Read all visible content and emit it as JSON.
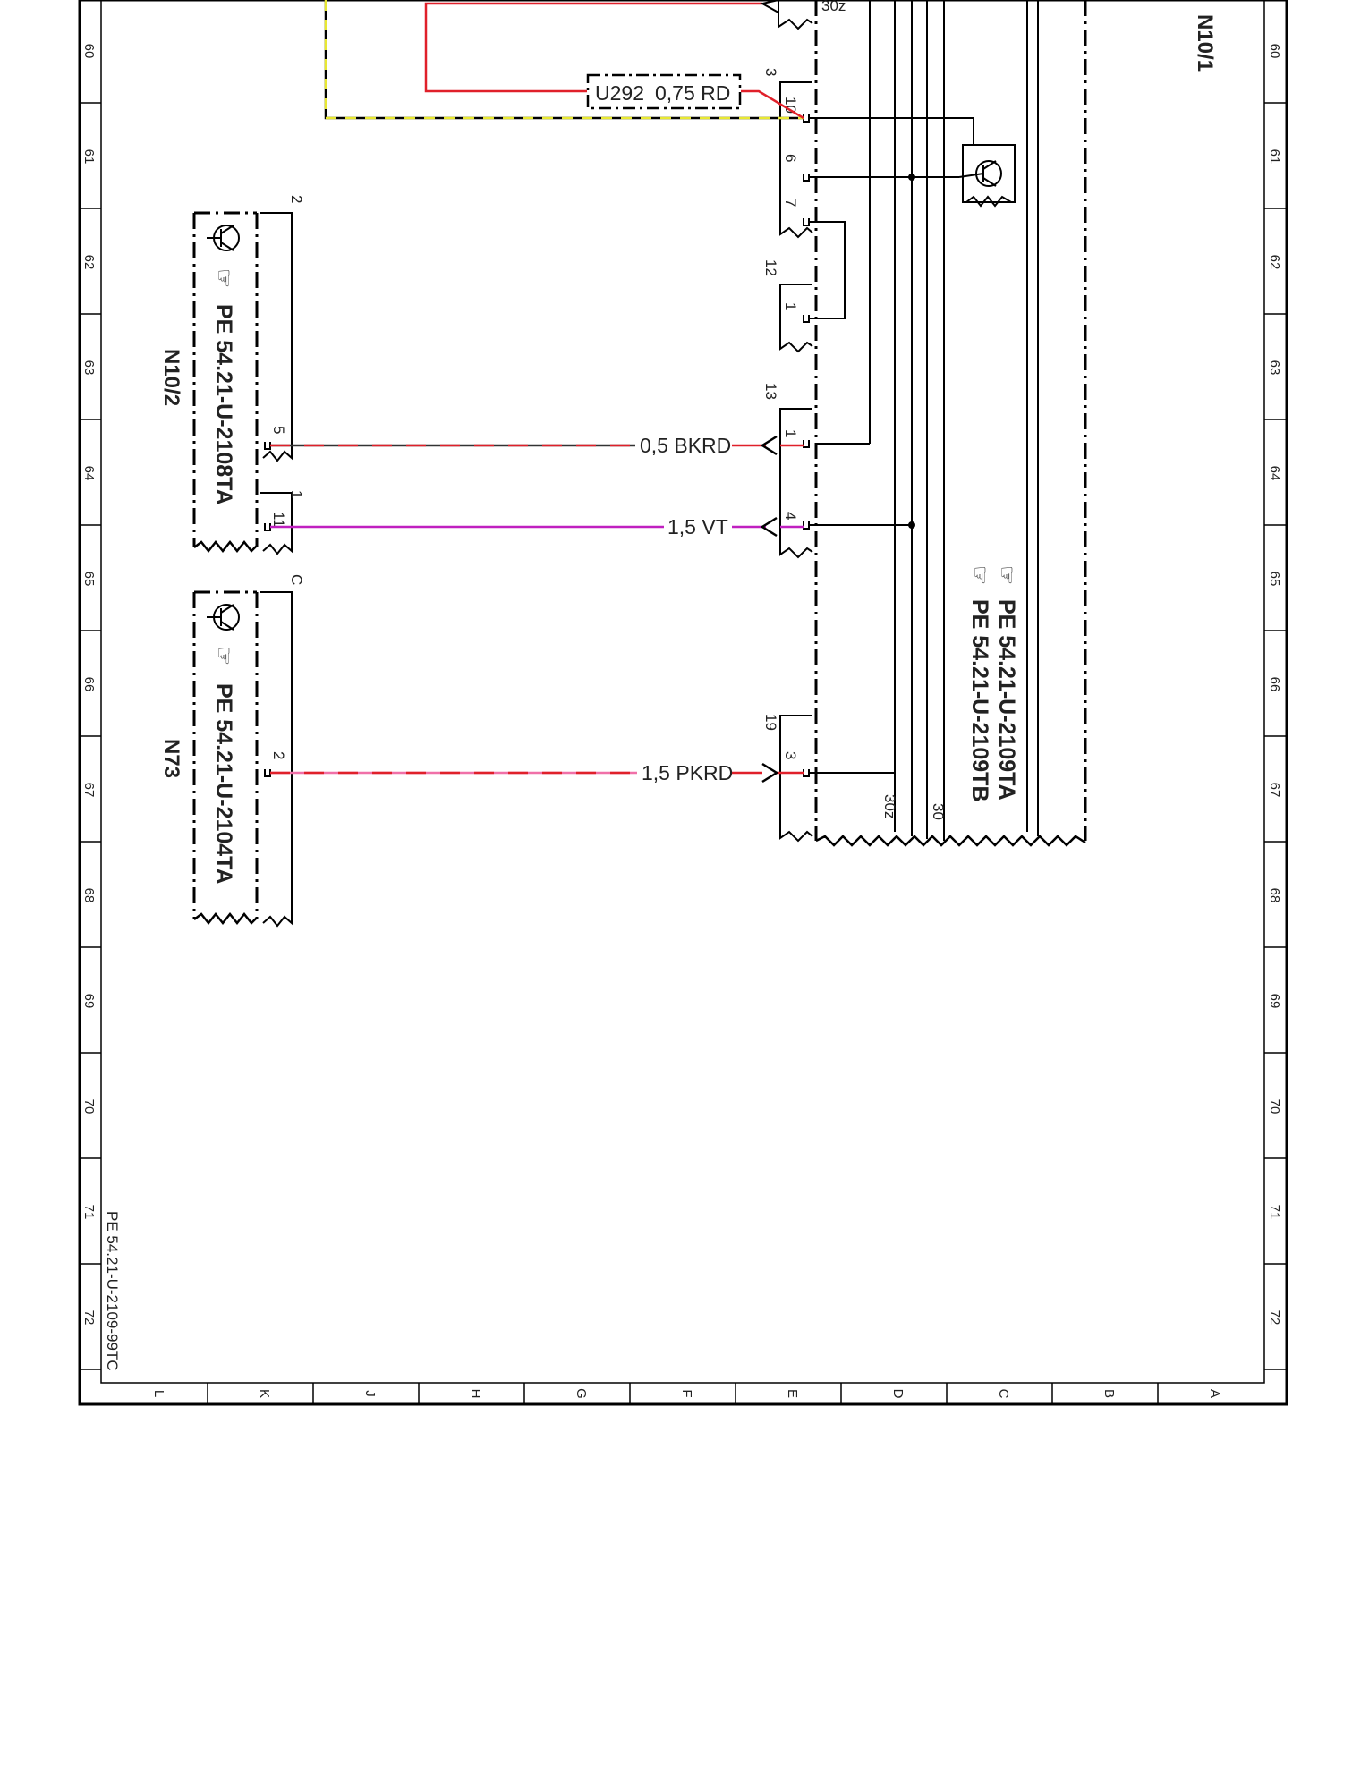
{
  "rows": [
    "60",
    "61",
    "62",
    "63",
    "64",
    "65",
    "66",
    "67",
    "68",
    "69",
    "70",
    "71",
    "72"
  ],
  "columns": [
    "L",
    "K",
    "J",
    "H",
    "G",
    "F",
    "E",
    "D",
    "C",
    "B",
    "A"
  ],
  "modules": {
    "n10_1": {
      "label": "N10/1"
    },
    "n10_2": {
      "label": "N10/2",
      "connector": "2"
    },
    "n73": {
      "label": "N73",
      "connector": "C"
    }
  },
  "references": {
    "n10_2": "PE 54.21-U-2108TA",
    "n73": "PE 54.21-U-2104TA",
    "n10_1_a": "PE 54.21-U-2109TA",
    "n10_1_b": "PE 54.21-U-2109TB"
  },
  "wires": {
    "u292": {
      "id": "U292",
      "spec": "0,75 RD"
    },
    "w1": {
      "spec": "0,5 BKRD",
      "color": "#e0202a"
    },
    "w2": {
      "spec": "1,5 VT",
      "color": "#c020c0"
    },
    "w3": {
      "spec": "1,5 PKRD",
      "color": "#e0202a"
    }
  },
  "pins": {
    "n10_1": {
      "c3": "3",
      "p10": "10",
      "c6": "6",
      "c7": "7",
      "c12": "12",
      "p1a": "1",
      "c13": "13",
      "p1b": "1",
      "p4": "4",
      "c19": "19",
      "p3": "3"
    },
    "n10_2": {
      "p5": "5",
      "c1": "1",
      "p11": "11"
    },
    "n73": {
      "p2": "2"
    }
  },
  "supply": {
    "t30z_top": "30z",
    "t30z": "30z",
    "t30": "30"
  },
  "footer": "PE 54.21-U-2109-99TC",
  "colors": {
    "frame": "#000000",
    "shield": "#e8e832",
    "red": "#e0202a",
    "violet": "#c020c0",
    "pink": "#f070a8"
  }
}
